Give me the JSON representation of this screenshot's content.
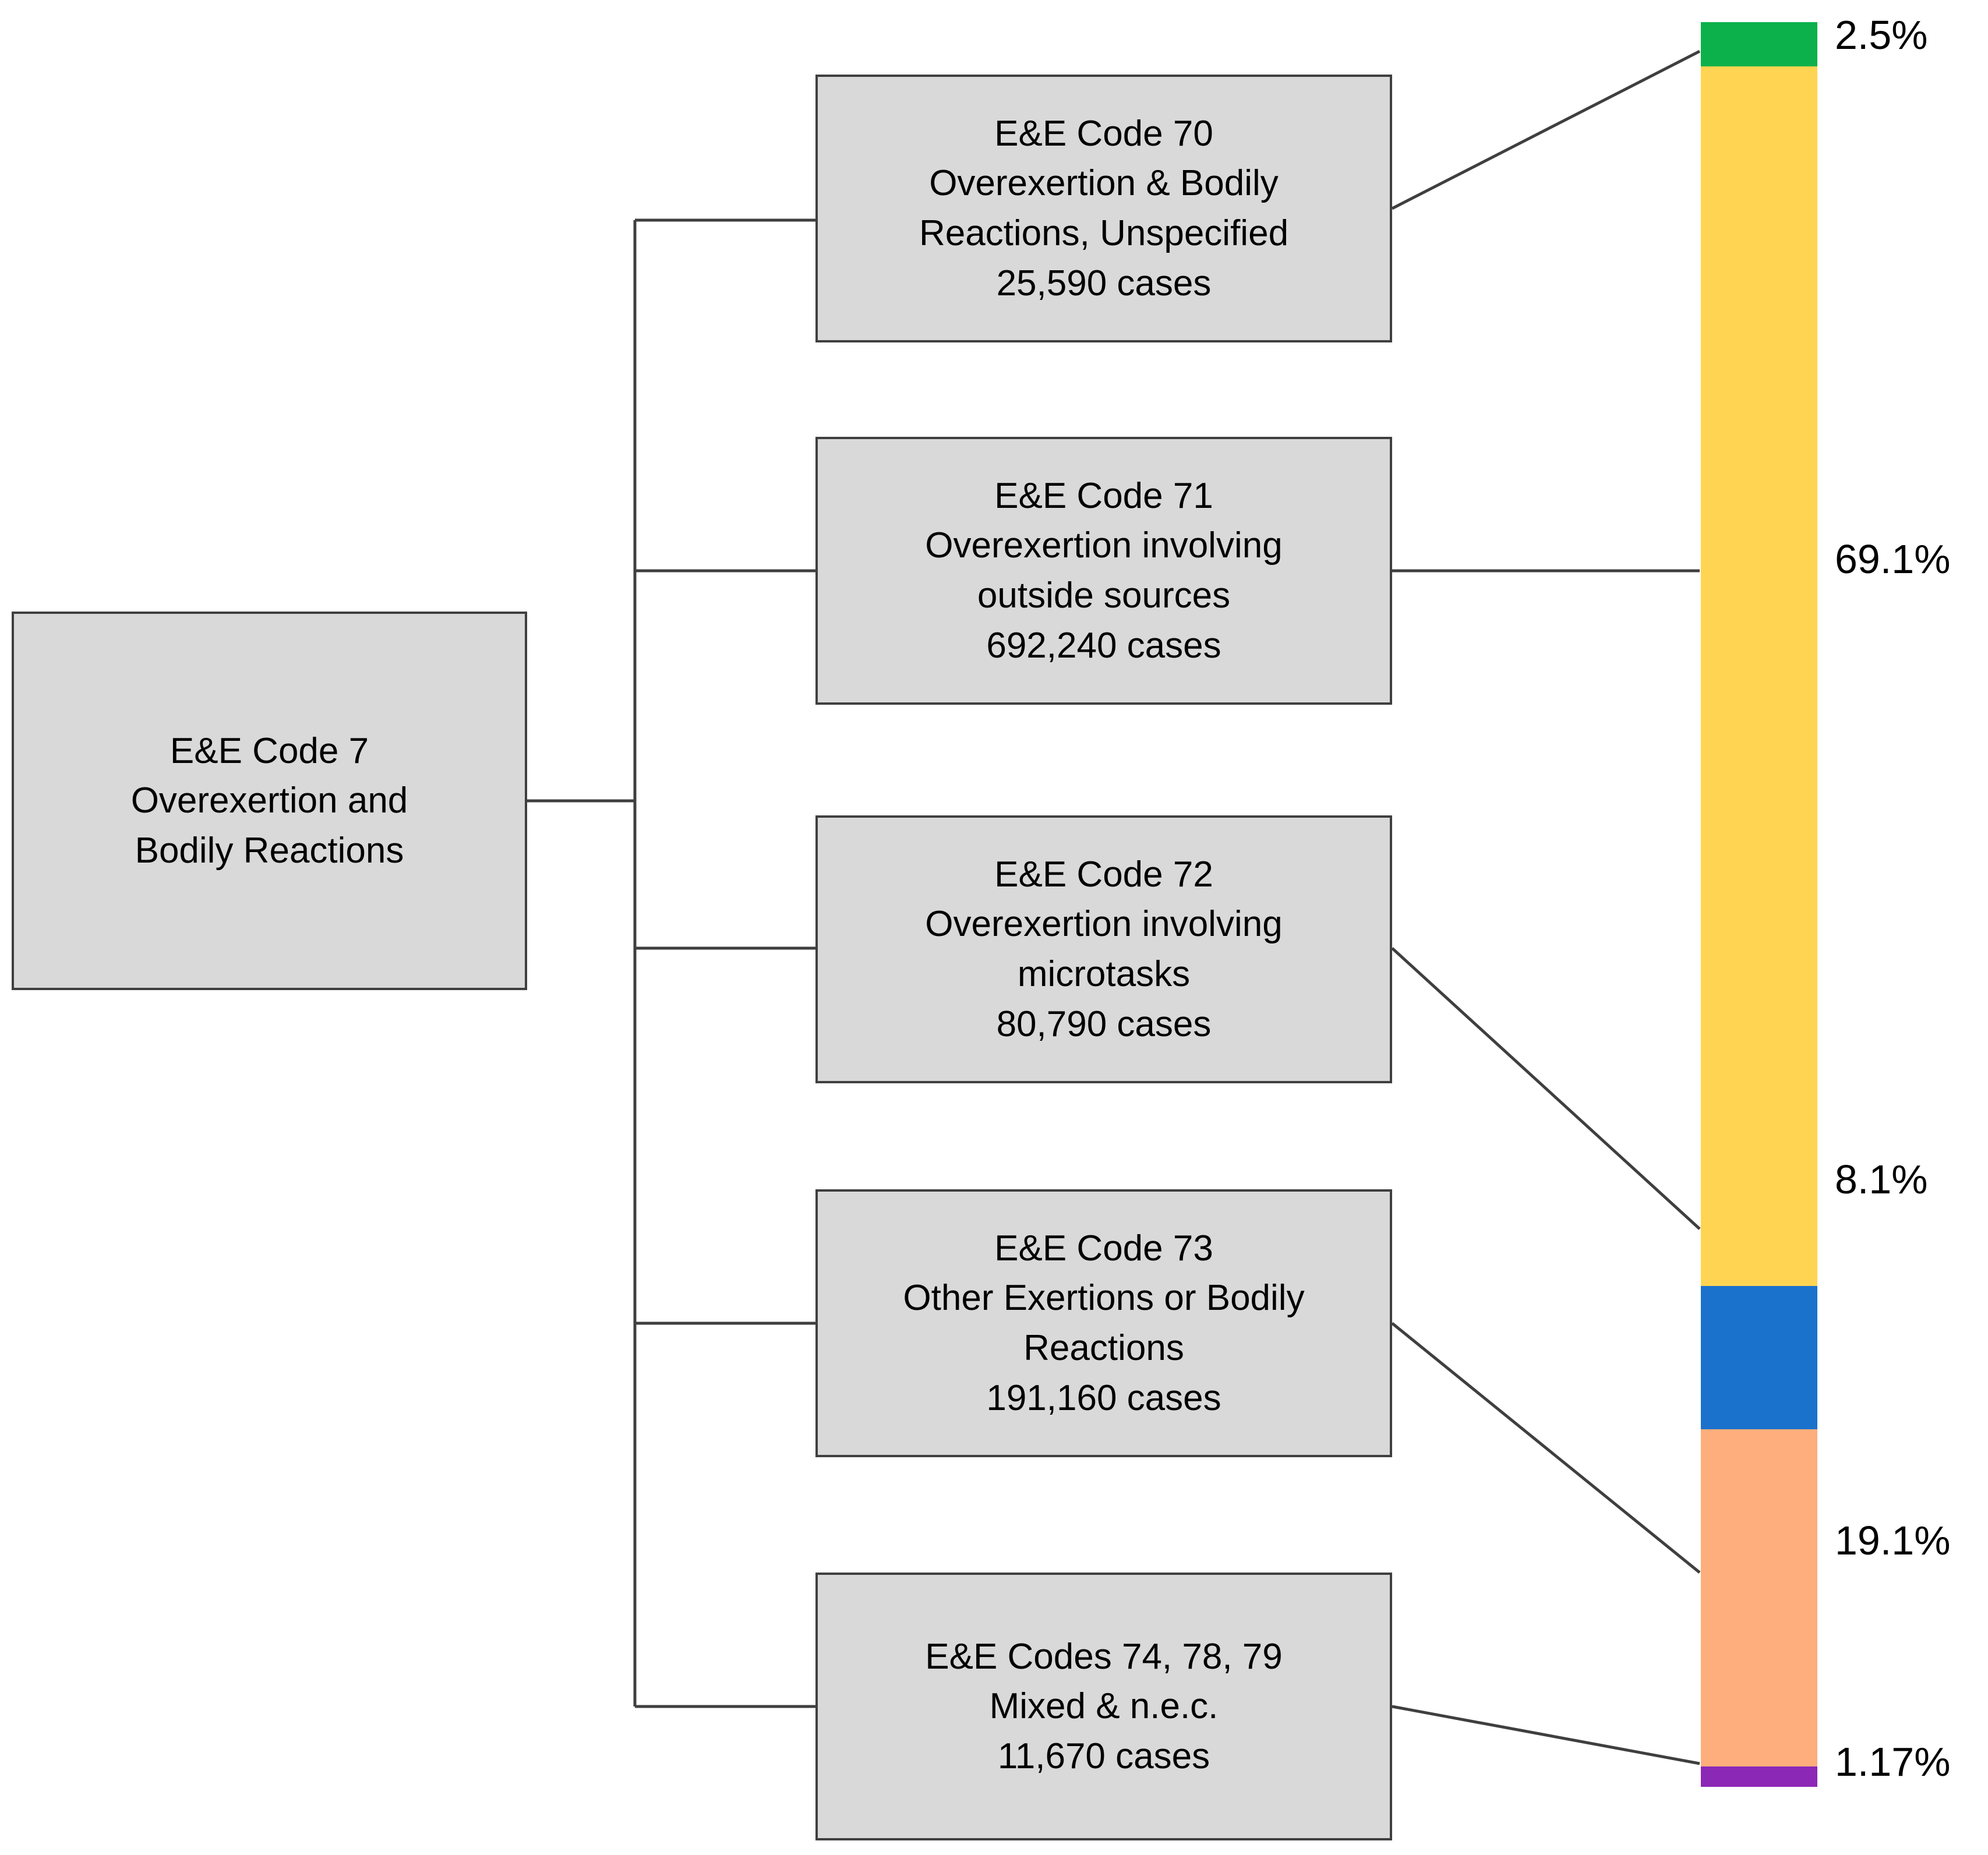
{
  "diagram": {
    "root": {
      "lines": [
        "E&E Code 7",
        "Overexertion and",
        "Bodily Reactions"
      ]
    },
    "nodes": [
      {
        "id": "node-70",
        "code": "E&E Code 70",
        "desc_line1": "Overexertion & Bodily",
        "desc_line2": "Reactions, Unspecified",
        "cases": "25,590 cases",
        "cases_value": 25590,
        "percent_label": "2.5%",
        "percent_value": 2.5,
        "color": "#0CB14B"
      },
      {
        "id": "node-71",
        "code": "E&E Code 71",
        "desc_line1": "Overexertion involving",
        "desc_line2": "outside sources",
        "cases": "692,240 cases",
        "cases_value": 692240,
        "percent_label": "69.1%",
        "percent_value": 69.1,
        "color": "#FFD452"
      },
      {
        "id": "node-72",
        "code": "E&E Code 72",
        "desc_line1": "Overexertion involving",
        "desc_line2": "microtasks",
        "cases": "80,790 cases",
        "cases_value": 80790,
        "percent_label": "8.1%",
        "percent_value": 8.1,
        "color": "#1B72CC"
      },
      {
        "id": "node-73",
        "code": "E&E Code 73",
        "desc_line1": "Other Exertions or Bodily",
        "desc_line2": "Reactions",
        "cases": "191,160 cases",
        "cases_value": 191160,
        "percent_label": "19.1%",
        "percent_value": 19.1,
        "color": "#FDAE7C"
      },
      {
        "id": "node-74",
        "code": "E&E Codes 74, 78, 79",
        "desc_line1": "Mixed & n.e.c.",
        "desc_line2": "",
        "cases": "11,670 cases",
        "cases_value": 11670,
        "percent_label": "1.17%",
        "percent_value": 1.17,
        "color": "#8B28B5"
      }
    ]
  },
  "chart_data": {
    "type": "bar",
    "title": "",
    "xlabel": "",
    "ylabel": "",
    "orientation": "vertical-stacked",
    "stacked": true,
    "grid": false,
    "legend": "none",
    "categories": [
      "E&E Code 70 Overexertion & Bodily Reactions, Unspecified",
      "E&E Code 71 Overexertion involving outside sources",
      "E&E Code 72 Overexertion involving microtasks",
      "E&E Code 73 Other Exertions or Bodily Reactions",
      "E&E Codes 74, 78, 79 Mixed & n.e.c."
    ],
    "values": [
      2.5,
      69.1,
      8.1,
      19.1,
      1.17
    ],
    "value_labels": [
      "2.5%",
      "69.1%",
      "8.1%",
      "19.1%",
      "1.17%"
    ],
    "counts": [
      25590,
      692240,
      80790,
      191160,
      11670
    ],
    "count_labels": [
      "25,590 cases",
      "692,240 cases",
      "80,790 cases",
      "191,160 cases",
      "11,670 cases"
    ],
    "colors": [
      "#0CB14B",
      "#FFD452",
      "#1B72CC",
      "#FDAE7C",
      "#8B28B5"
    ],
    "ylim": [
      0,
      100
    ],
    "units": "percent of total"
  }
}
